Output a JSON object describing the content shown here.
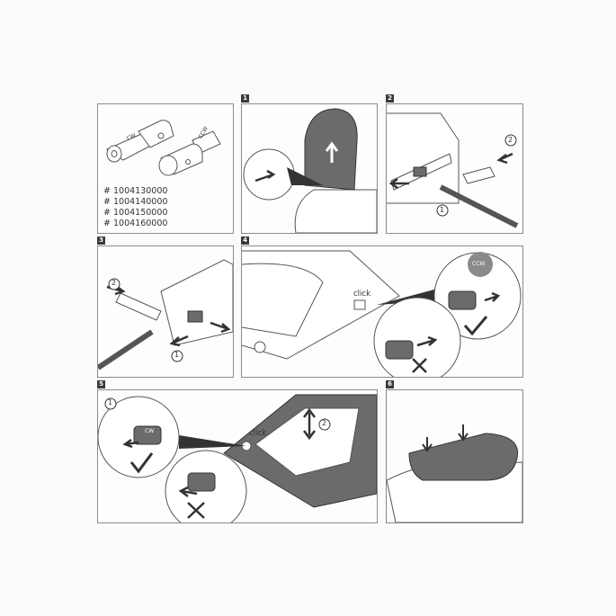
{
  "part_numbers": [
    "# 1004130000",
    "# 1004140000",
    "# 1004150000",
    "# 1004160000"
  ],
  "steps": [
    "1",
    "2",
    "3",
    "4",
    "5",
    "6"
  ],
  "labels": {
    "cw": "CW",
    "ccw": "CCW",
    "click": "click",
    "circle_1": "1",
    "circle_2": "2"
  },
  "colors": {
    "dark_part": "#6b6b6b",
    "line": "#555555"
  }
}
